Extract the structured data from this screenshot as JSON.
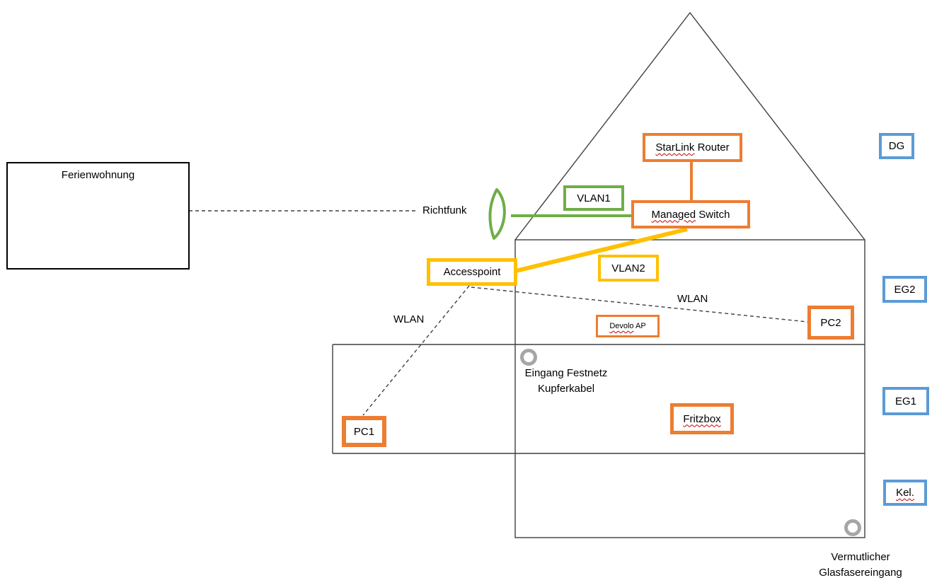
{
  "diagram": {
    "external": {
      "ferienwohnung": "Ferienwohnung",
      "richtfunk": "Richtfunk"
    },
    "devices": {
      "starlink_router": {
        "w1": "StarLink",
        "w2": " Router"
      },
      "managed_switch": {
        "w1": "Managed",
        "w2": " Switch"
      },
      "vlan1": "VLAN1",
      "vlan2": "VLAN2",
      "accesspoint": "Accesspoint",
      "devolo_ap": {
        "w1": "Devolo",
        "w2": " AP"
      },
      "pc1": "PC1",
      "pc2": "PC2",
      "fritzbox": "Fritzbox"
    },
    "links": {
      "wlan_left": "WLAN",
      "wlan_right": "WLAN"
    },
    "annotations": {
      "festnetz_line1": "Eingang Festnetz",
      "festnetz_line2": "Kupferkabel",
      "glasfaser_line1": "Vermutlicher",
      "glasfaser_line2": "Glasfasereingang"
    },
    "floors": {
      "dg": "DG",
      "eg2": "EG2",
      "eg1": "EG1",
      "kel": "Kel."
    },
    "colors": {
      "orange": "#ED7D31",
      "green": "#70AD47",
      "yellow": "#FFC000",
      "blue": "#5B9BD5",
      "gray_port": "#A6A6A6",
      "house_line": "#3f3f3f",
      "spellcheck_squiggle": "#C00000"
    }
  }
}
